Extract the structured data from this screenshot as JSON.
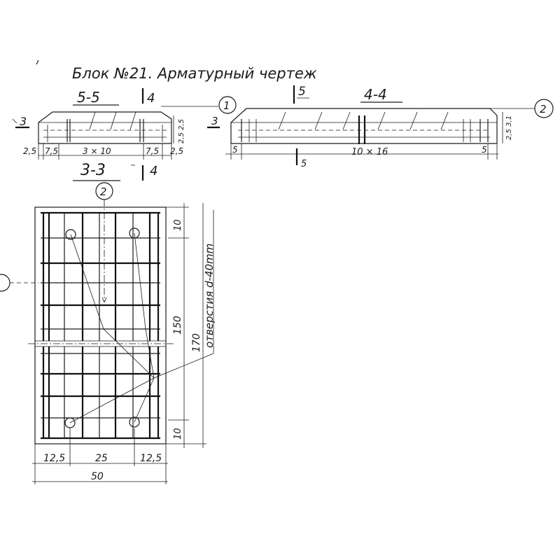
{
  "title": "Блок №21. Арматурный чертеж",
  "sections": {
    "s55": "5-5",
    "s44": "4-4",
    "s33": "3-3",
    "cut4a": "4",
    "cut4b": "4",
    "cut5": "5",
    "cut5b": "5",
    "cut3a": "3",
    "cut3b": "3"
  },
  "callouts": {
    "c1": "1",
    "c2a": "2",
    "c2b": "2"
  },
  "dims_top_left": {
    "d25a": "2,5",
    "d75a": "7,5",
    "d3x10": "3 × 10",
    "d75b": "7,5",
    "d25b": "2,5",
    "dvert": "2,5 2,5"
  },
  "dims_top_right": {
    "d5a": "5",
    "d10x16": "10 × 16",
    "d5b": "5",
    "dvert": "2,5 3,1"
  },
  "dims_plan": {
    "d10top": "10",
    "d150": "150",
    "d170": "170",
    "d10bot": "10",
    "d125a": "12,5",
    "d25": "25",
    "d125b": "12,5",
    "d50": "50",
    "holes": "отверстия d-40mm"
  }
}
